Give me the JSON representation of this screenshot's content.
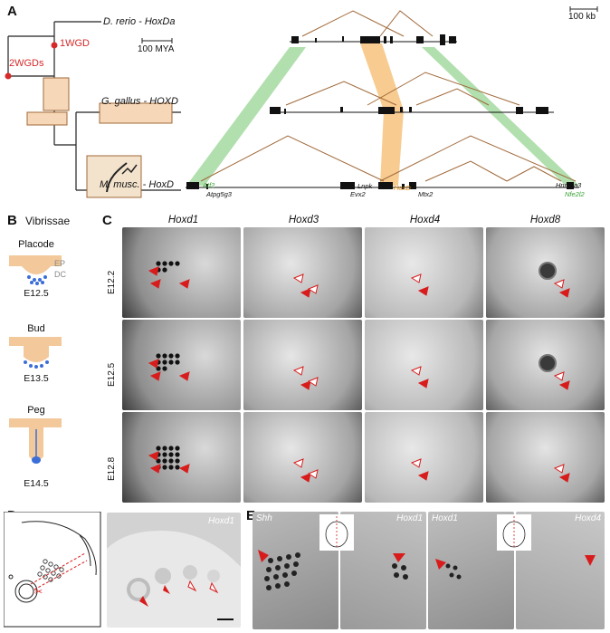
{
  "panel_a": {
    "letter": "A",
    "scale_kb": "100 kb",
    "scale_mya": "100 MYA",
    "wgd1": "1WGD",
    "wgd2": "2WGDs",
    "species_zebrafish": "D. rerio - HoxDa",
    "species_chicken": "G. gallus - HOXD",
    "species_mouse": "M. musc. - HoxD",
    "gene_atf2": "Atf2",
    "gene_atpg": "Atpg5g3",
    "gene_lnpk": "Lnpk",
    "gene_evx2": "Evx2",
    "gene_hoxd": "HoxD",
    "gene_mtx2": "Mtx2",
    "gene_hnmpa3": "Hnmpa3",
    "gene_nfe2l2": "Nfe2l2"
  },
  "panel_b": {
    "letter": "B",
    "title": "Vibrissae",
    "stage1_name": "Placode",
    "stage1_age": "E12.5",
    "ep_label": "EP",
    "dc_label": "DC",
    "stage2_name": "Bud",
    "stage2_age": "E13.5",
    "stage3_name": "Peg",
    "stage3_age": "E14.5"
  },
  "panel_c": {
    "letter": "C",
    "col1": "Hoxd1",
    "col2": "Hoxd3",
    "col3": "Hoxd4",
    "col4": "Hoxd8",
    "row1": "E12.2",
    "row2": "E12.5",
    "row3": "E12.8"
  },
  "panel_d": {
    "letter": "D",
    "photo_label": "Hoxd1"
  },
  "panel_e": {
    "letter": "E",
    "label1": "Shh",
    "label2": "Hoxd1",
    "label3": "Hoxd1",
    "label4": "Hoxd4"
  },
  "colors": {
    "wgd_red": "#d62a2a",
    "hoxd_orange": "#f5a623",
    "green_band": "#9dd49a",
    "tree_brown": "#8b5a2b",
    "arrow_red": "#d81c1c"
  }
}
